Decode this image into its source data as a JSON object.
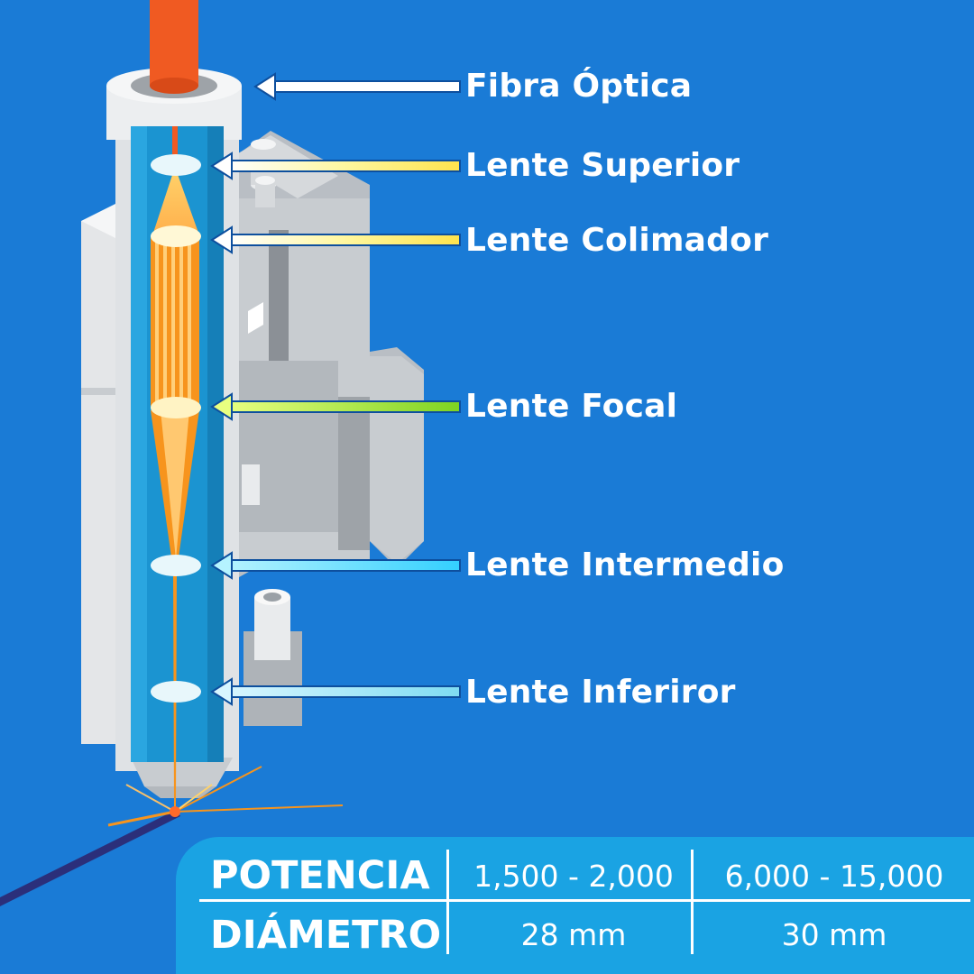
{
  "labels": {
    "fiber": "Fibra Óptica",
    "upper": "Lente Superior",
    "collimator": "Lente Colimador",
    "focal": "Lente Focal",
    "intermediate": "Lente Intermedio",
    "lower": "Lente Inferiror"
  },
  "table": {
    "row1_header": "POTENCIA",
    "row1_col1": "1,500 - 2,000",
    "row1_col2": "6,000 - 15,000",
    "row2_header": "DIÁMETRO",
    "row2_col1": "28 mm",
    "row2_col2": "30 mm"
  },
  "colors": {
    "background": "#1a7bd6",
    "table_panel": "#1aa3e3",
    "fiber": "#f05a22",
    "beam": "#f7941d"
  }
}
